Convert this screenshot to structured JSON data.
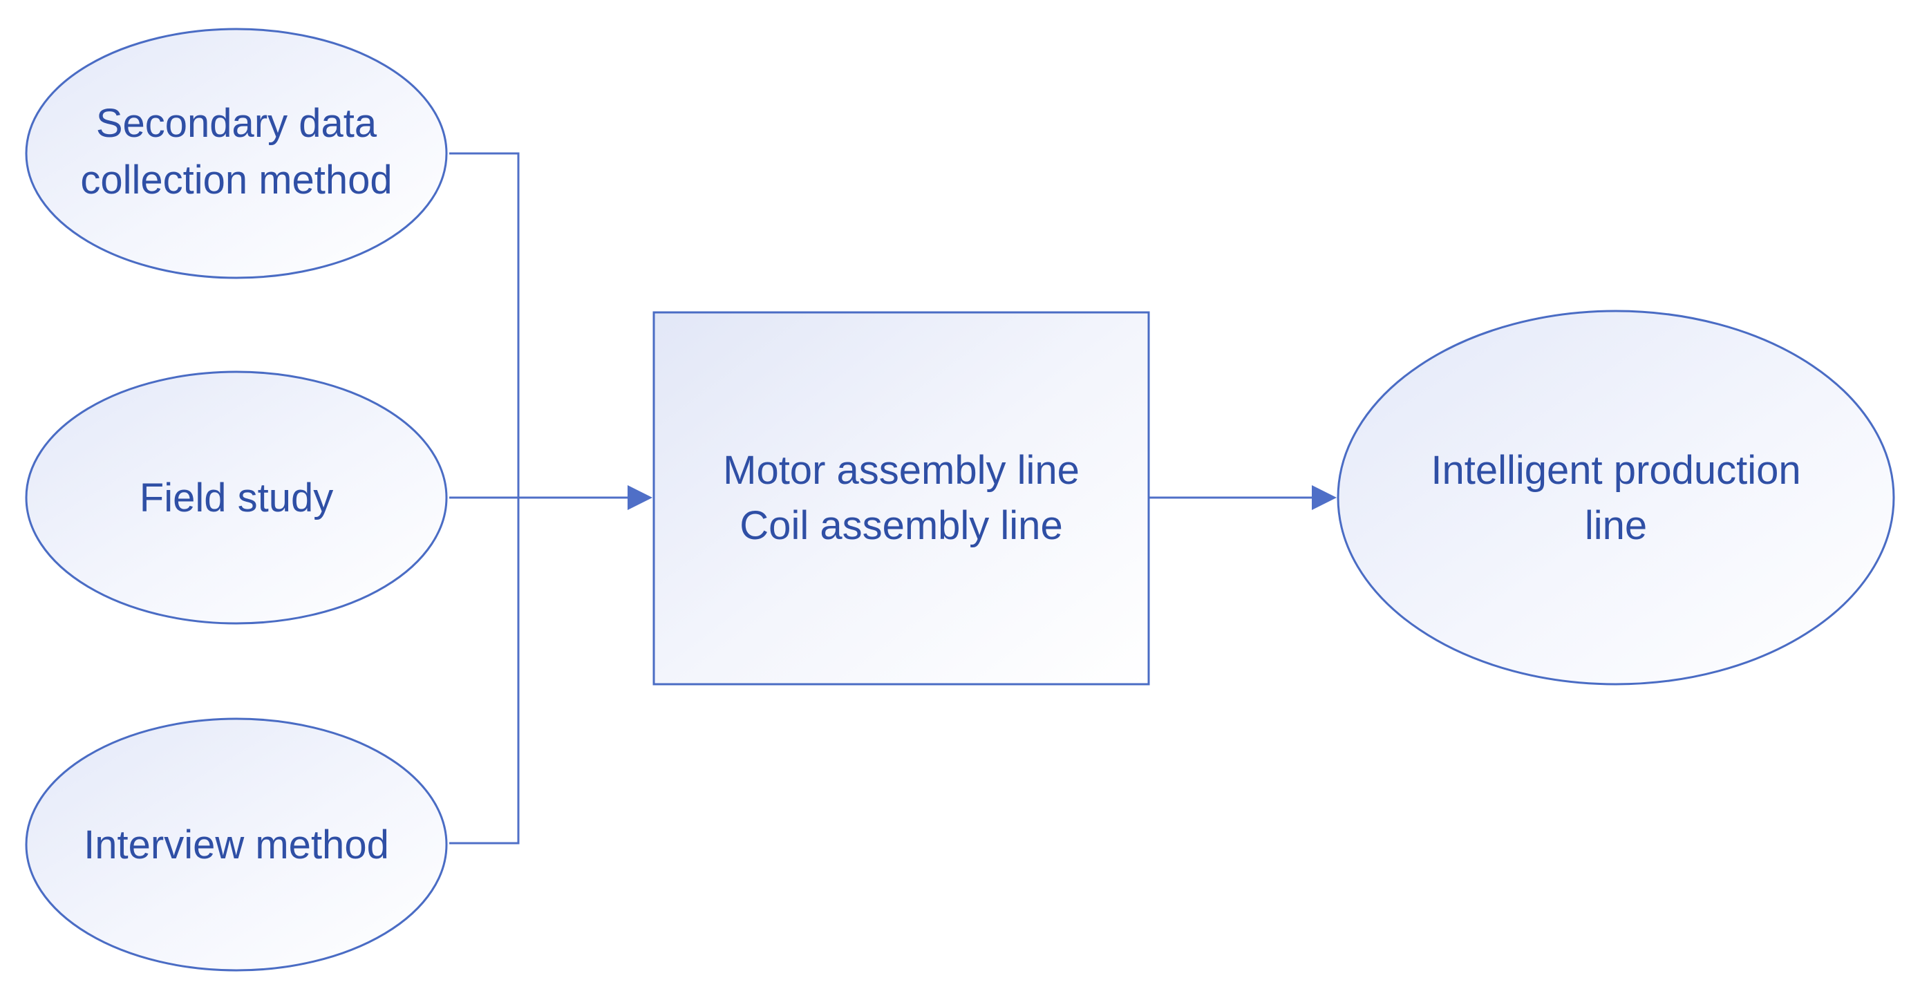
{
  "diagram": {
    "nodes": {
      "secondary": {
        "lines": [
          "Secondary data",
          "collection method"
        ]
      },
      "field": {
        "lines": [
          "Field study"
        ]
      },
      "interview": {
        "lines": [
          "Interview method"
        ]
      },
      "assembly": {
        "lines": [
          "Motor assembly line",
          "Coil assembly line"
        ]
      },
      "intelligent": {
        "lines": [
          "Intelligent production",
          "line"
        ]
      }
    },
    "edges": [
      {
        "from": "secondary",
        "to": "assembly"
      },
      {
        "from": "field",
        "to": "assembly"
      },
      {
        "from": "interview",
        "to": "assembly"
      },
      {
        "from": "assembly",
        "to": "intelligent"
      }
    ],
    "colors": {
      "text": "#2f4fa5",
      "stroke": "#4a6cc4",
      "fill_light": "#fbfcff",
      "fill_dark": "#e4e9f8"
    }
  }
}
